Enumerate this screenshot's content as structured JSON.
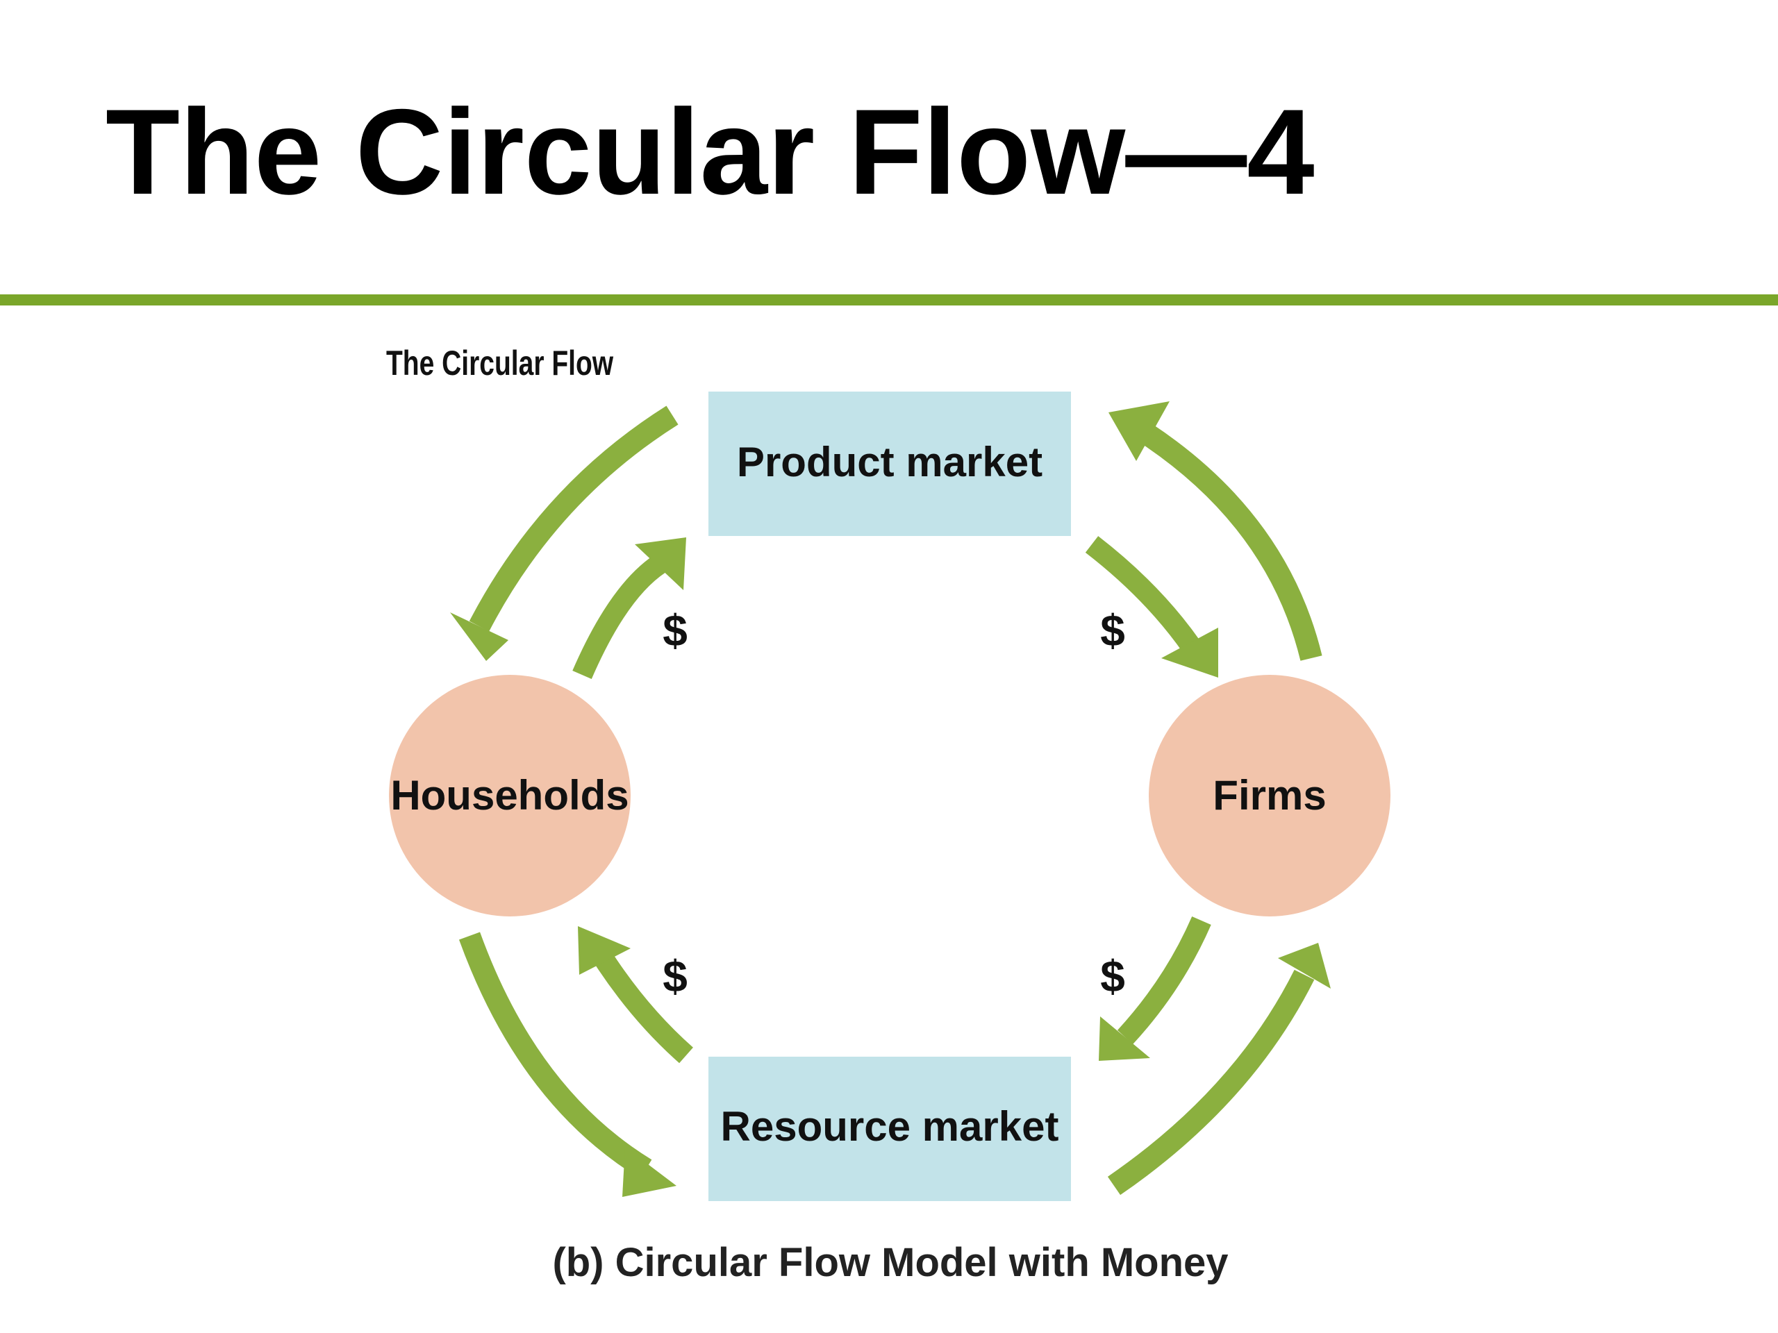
{
  "slide": {
    "title": "The Circular Flow—4"
  },
  "colors": {
    "rule": "#7aa62a",
    "arrow": "#8bb03f",
    "market_box": "#c2e3e9",
    "agent_circle": "#f2c4ab",
    "text": "#111111"
  },
  "diagram": {
    "heading": "The Circular Flow",
    "product_market": "Product market",
    "resource_market": "Resource market",
    "households": "Households",
    "firms": "Firms",
    "money_symbol": "$",
    "caption": "(b) Circular Flow Model with Money"
  }
}
